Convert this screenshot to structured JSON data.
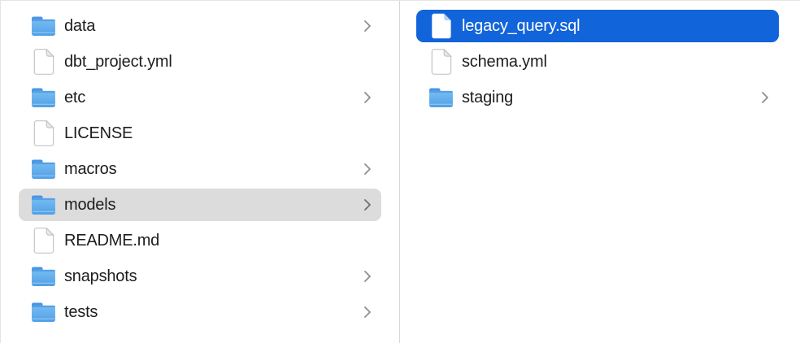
{
  "app": "finder-column-view",
  "colors": {
    "selection_active": "#1264da",
    "selection_inactive": "#dcdcdc",
    "text": "#1d1d1f",
    "text_selected": "#ffffff",
    "divider": "#d7d7d7",
    "folder_icon_blue": "#4f9fe7",
    "chevron_gray": "#8f8f8f"
  },
  "columns": [
    {
      "name": "parent-folder-contents",
      "items": [
        {
          "label": "data",
          "type": "folder",
          "chevron": true,
          "selected": false
        },
        {
          "label": "dbt_project.yml",
          "type": "file",
          "chevron": false,
          "selected": false
        },
        {
          "label": "etc",
          "type": "folder",
          "chevron": true,
          "selected": false
        },
        {
          "label": "LICENSE",
          "type": "file",
          "chevron": false,
          "selected": false
        },
        {
          "label": "macros",
          "type": "folder",
          "chevron": true,
          "selected": false
        },
        {
          "label": "models",
          "type": "folder",
          "chevron": true,
          "selected": true,
          "selection": "inactive"
        },
        {
          "label": "README.md",
          "type": "file",
          "chevron": false,
          "selected": false
        },
        {
          "label": "snapshots",
          "type": "folder",
          "chevron": true,
          "selected": false
        },
        {
          "label": "tests",
          "type": "folder",
          "chevron": true,
          "selected": false
        }
      ]
    },
    {
      "name": "models-folder-contents",
      "items": [
        {
          "label": "legacy_query.sql",
          "type": "file",
          "chevron": false,
          "selected": true,
          "selection": "active"
        },
        {
          "label": "schema.yml",
          "type": "file",
          "chevron": false,
          "selected": false
        },
        {
          "label": "staging",
          "type": "folder",
          "chevron": true,
          "selected": false
        }
      ]
    }
  ]
}
